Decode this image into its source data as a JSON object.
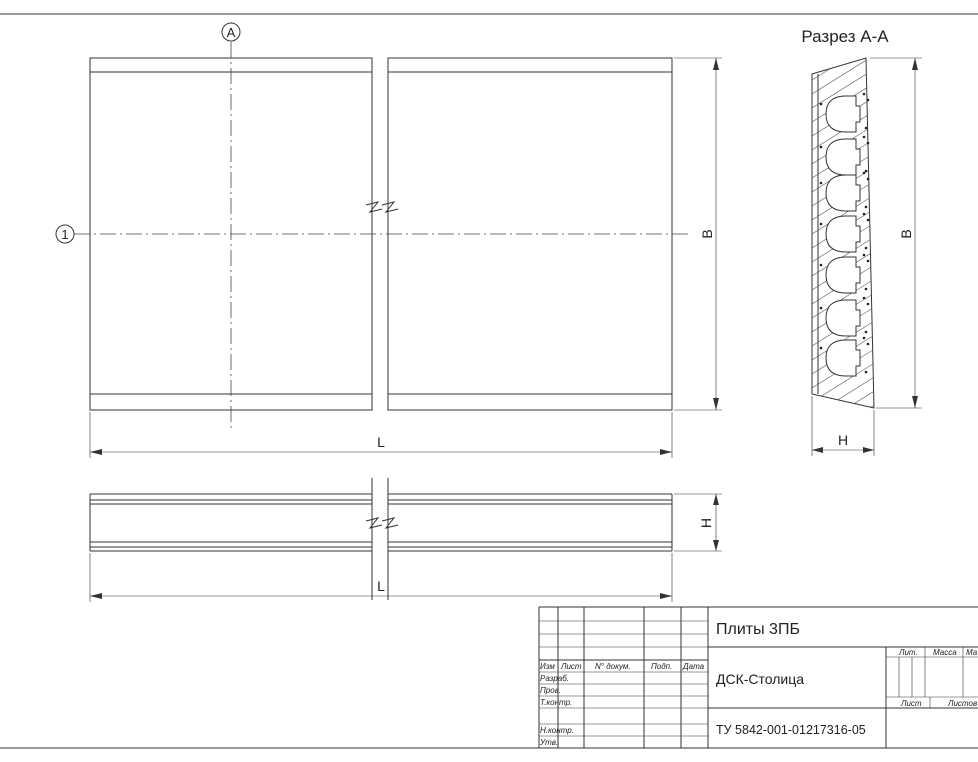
{
  "labels": {
    "section_title": "Разрез А-А",
    "axis_a": "А",
    "axis_1": "1",
    "dim_b": "В",
    "dim_b_section": "В",
    "dim_l_plan": "L",
    "dim_l_side": "L",
    "dim_h_side": "Н",
    "dim_h_section": "Н"
  },
  "title_block": {
    "name": "Плиты 3ПБ",
    "company": "ДСК-Столица",
    "code": "ТУ 5842-001-01217316-05",
    "header_cols": [
      "Изм",
      "Лист",
      "N° докум.",
      "Подп.",
      "Дата"
    ],
    "roles": [
      "Разраб.",
      "Пров.",
      "Т.контр.",
      "",
      "Н.контр.",
      "Утв."
    ],
    "lit": "Лит.",
    "mass": "Масса",
    "scale": "Ма",
    "sheet": "Лист",
    "sheets": "Листов"
  },
  "colors": {
    "line": "#333333",
    "text": "#222222"
  }
}
